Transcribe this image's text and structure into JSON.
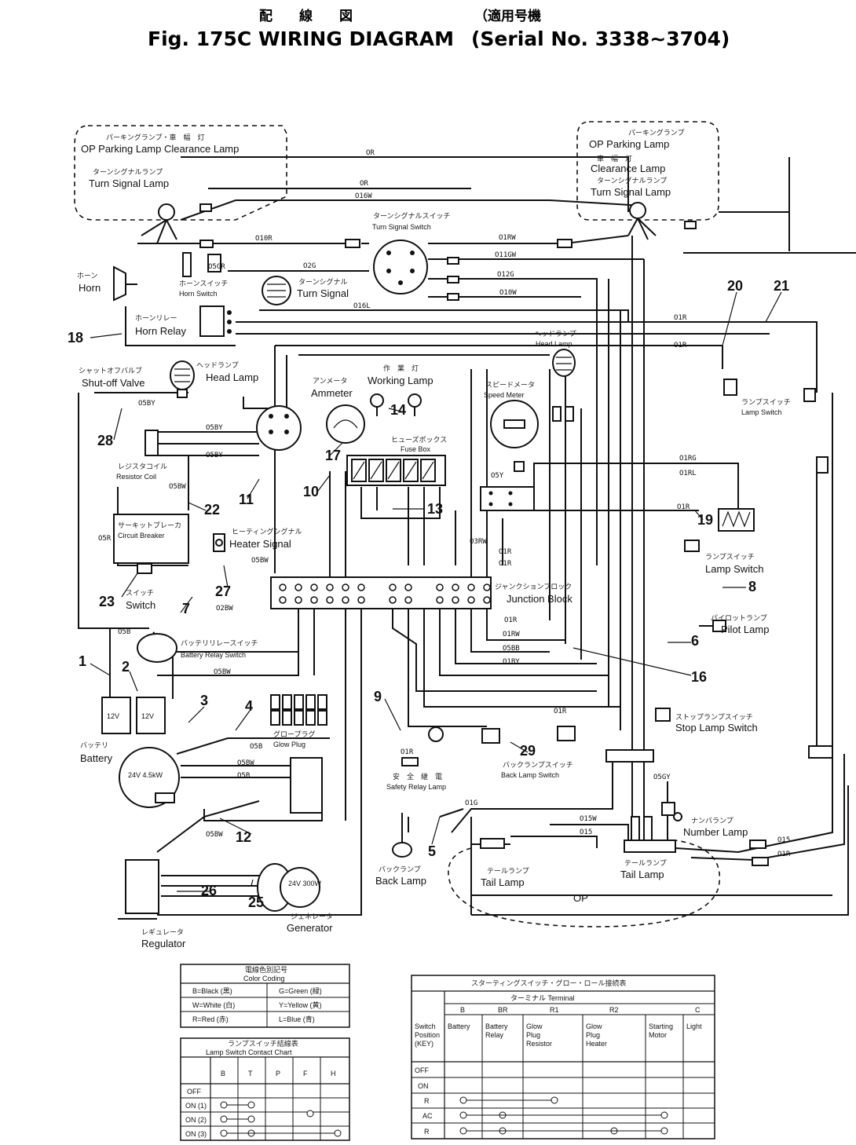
{
  "title": {
    "jp": "配　　線　　図",
    "jp_serial": "（適用号機",
    "main": "Fig. 175C WIRING DIAGRAM",
    "serial": "(Serial No. 3338~3704)"
  },
  "components": {
    "op_parking_left_jp": "パーキングランプ・車　幅　灯",
    "op_parking_left": "OP Parking Lamp Clearance Lamp",
    "turn_signal_left_jp": "ターンシグナルランプ",
    "turn_signal_left": "Turn Signal Lamp",
    "op_parking_right_jp": "パーキングランプ",
    "op_parking_right": "OP  Parking Lamp",
    "clearance_right_jp": "車　幅　灯",
    "clearance_right": "Clearance Lamp",
    "turn_signal_right_jp": "ターンシグナルランプ",
    "turn_signal_right": "Turn Signal Lamp",
    "turn_signal_switch_jp": "ターンシグナルスイッチ",
    "turn_signal_switch": "Turn Signal Switch",
    "turn_signal_jp": "ターンシグナル",
    "turn_signal": "Turn Signal",
    "horn_jp": "ホーン",
    "horn": "Horn",
    "horn_switch_jp": "ホーンスイッチ",
    "horn_switch": "Horn Switch",
    "horn_relay_jp": "ホーンリレー",
    "horn_relay": "Horn Relay",
    "head_lamp_right_jp": "ヘッドランプ",
    "head_lamp_right": "Head Lamp",
    "shutoff_valve_jp": "シャットオフバルブ",
    "shutoff_valve": "Shut-off Valve",
    "head_lamp_left_jp": "ヘッドランプ",
    "head_lamp_left": "Head Lamp",
    "ammeter_jp": "アンメータ",
    "ammeter": "Ammeter",
    "working_lamp_jp": "作　業　灯",
    "working_lamp": "Working Lamp",
    "speed_meter_jp": "スピードメータ",
    "speed_meter": "Speed Meter",
    "fuse_box_jp": "ヒューズボックス",
    "fuse_box": "Fuse Box",
    "lamp_switch_top_jp": "ランプスイッチ",
    "lamp_switch_top": "Lamp Switch",
    "resistor_coil_jp": "レジスタコイル",
    "resistor_coil": "Resistor Coil",
    "circuit_breaker_jp": "サーキットブレーカ",
    "circuit_breaker": "Circuit Breaker",
    "heater_signal_jp": "ヒーティングシグナル",
    "heater_signal": "Heater Signal",
    "switch_jp": "スイッチ",
    "switch": "Switch",
    "junction_block_jp": "ジャンクションブロック",
    "junction_block": "Junction Block",
    "lamp_switch_jp": "ランプスイッチ",
    "lamp_switch": "Lamp Switch",
    "pilot_lamp_jp": "パイロットランプ",
    "pilot_lamp": "Pilot Lamp",
    "battery_relay_switch_jp": "バッテリリレースイッチ",
    "battery_relay_switch": "Battery Relay Switch",
    "battery_jp": "バッテリ",
    "battery": "Battery",
    "battery_spec": "12V",
    "glow_plug_jp": "グロープラグ",
    "glow_plug": "Glow Plug",
    "stop_lamp_switch_jp": "ストップランプスイッチ",
    "stop_lamp_switch": "Stop Lamp Switch",
    "back_lamp_switch_jp": "バックランプスイッチ",
    "back_lamp_switch": "Back Lamp Switch",
    "safety_relay_lamp_jp": "安　全　継　電",
    "safety_relay_lamp": "Safety Relay Lamp",
    "starting_motor_spec": "24V 4.5kW",
    "number_lamp_jp": "ナンバランプ",
    "number_lamp": "Number Lamp",
    "back_lamp_jp": "バックランプ",
    "back_lamp": "Back Lamp",
    "tail_lamp_left_jp": "テールランプ",
    "tail_lamp_left": "Tail Lamp",
    "tail_lamp_right_jp": "テールランプ",
    "tail_lamp_right": "Tail Lamp",
    "op": "OP",
    "regulator_jp": "レギュレータ",
    "regulator": "Regulator",
    "generator_jp": "ジェネレータ",
    "generator": "Generator",
    "generator_spec": "24V 300W"
  },
  "callouts": [
    "1",
    "2",
    "3",
    "4",
    "5",
    "6",
    "7",
    "8",
    "9",
    "10",
    "11",
    "12",
    "13",
    "14",
    "16",
    "17",
    "18",
    "19",
    "20",
    "21",
    "22",
    "23",
    "25",
    "26",
    "27",
    "28",
    "29"
  ],
  "wire_codes": {
    "w1": "OR",
    "w2": "OR",
    "w3": "O16W",
    "w4": "O10R",
    "w5": "O1RW",
    "w6": "O5GR",
    "w7": "O2G",
    "w8": "O11GW",
    "w9": "O12G",
    "w10": "O10W",
    "w11": "O16L",
    "w12": "O1R",
    "w13": "O1R",
    "w14": "O5BY",
    "w15": "O5BY",
    "w16": "O5BY",
    "w17": "O5BW",
    "w18": "O1RG",
    "w19": "O1RL",
    "w20": "O5Y",
    "w21": "O1R",
    "w22": "O5R",
    "w23": "O3RW",
    "w24": "O1R",
    "w25": "O1R",
    "w26": "O5BW",
    "w27": "O2BW",
    "w28": "O1R",
    "w29": "O1RW",
    "w30": "O5BB",
    "w31": "O1BY",
    "w32": "O5B",
    "w33": "O5BW",
    "w34": "O5BW",
    "w35": "O5B",
    "w36": "O5B",
    "w37": "O5BW",
    "w38": "O1G",
    "w39": "O15W",
    "w40": "O15",
    "w41": "O1R",
    "w42": "O1R",
    "w43": "O15",
    "w44": "O1R",
    "w45": "O5GY"
  },
  "color_table": {
    "title_jp": "電線色別記号",
    "title": "Color Coding",
    "rows": [
      [
        "B=Black (黒)",
        "G=Green (緑)"
      ],
      [
        "W=White (白)",
        "Y=Yellow (黄)"
      ],
      [
        "R=Red (赤)",
        "L=Blue (青)"
      ]
    ]
  },
  "lamp_table": {
    "title_jp": "ランプスイッチ結線表",
    "title": "Lamp Switch Contact Chart",
    "headers": [
      "",
      "B",
      "T",
      "P",
      "F",
      "H"
    ],
    "rows": [
      "OFF",
      "ON (1)",
      "ON (2)",
      "ON (3)"
    ]
  },
  "starting_table": {
    "title_jp": "スターティングスイッチ・グロー・ロール接続表",
    "terminal_label": "ターミナル Terminal",
    "col_keys": [
      "B",
      "BR",
      "R1",
      "R2",
      "C"
    ],
    "headers": [
      "Switch Position (KEY)",
      "Battery",
      "Battery Relay",
      "Glow Plug Resistor",
      "Glow Plug Heater",
      "Starting Motor",
      "Light"
    ],
    "rows": [
      "OFF",
      "ON",
      "R",
      "AC",
      "R"
    ]
  }
}
